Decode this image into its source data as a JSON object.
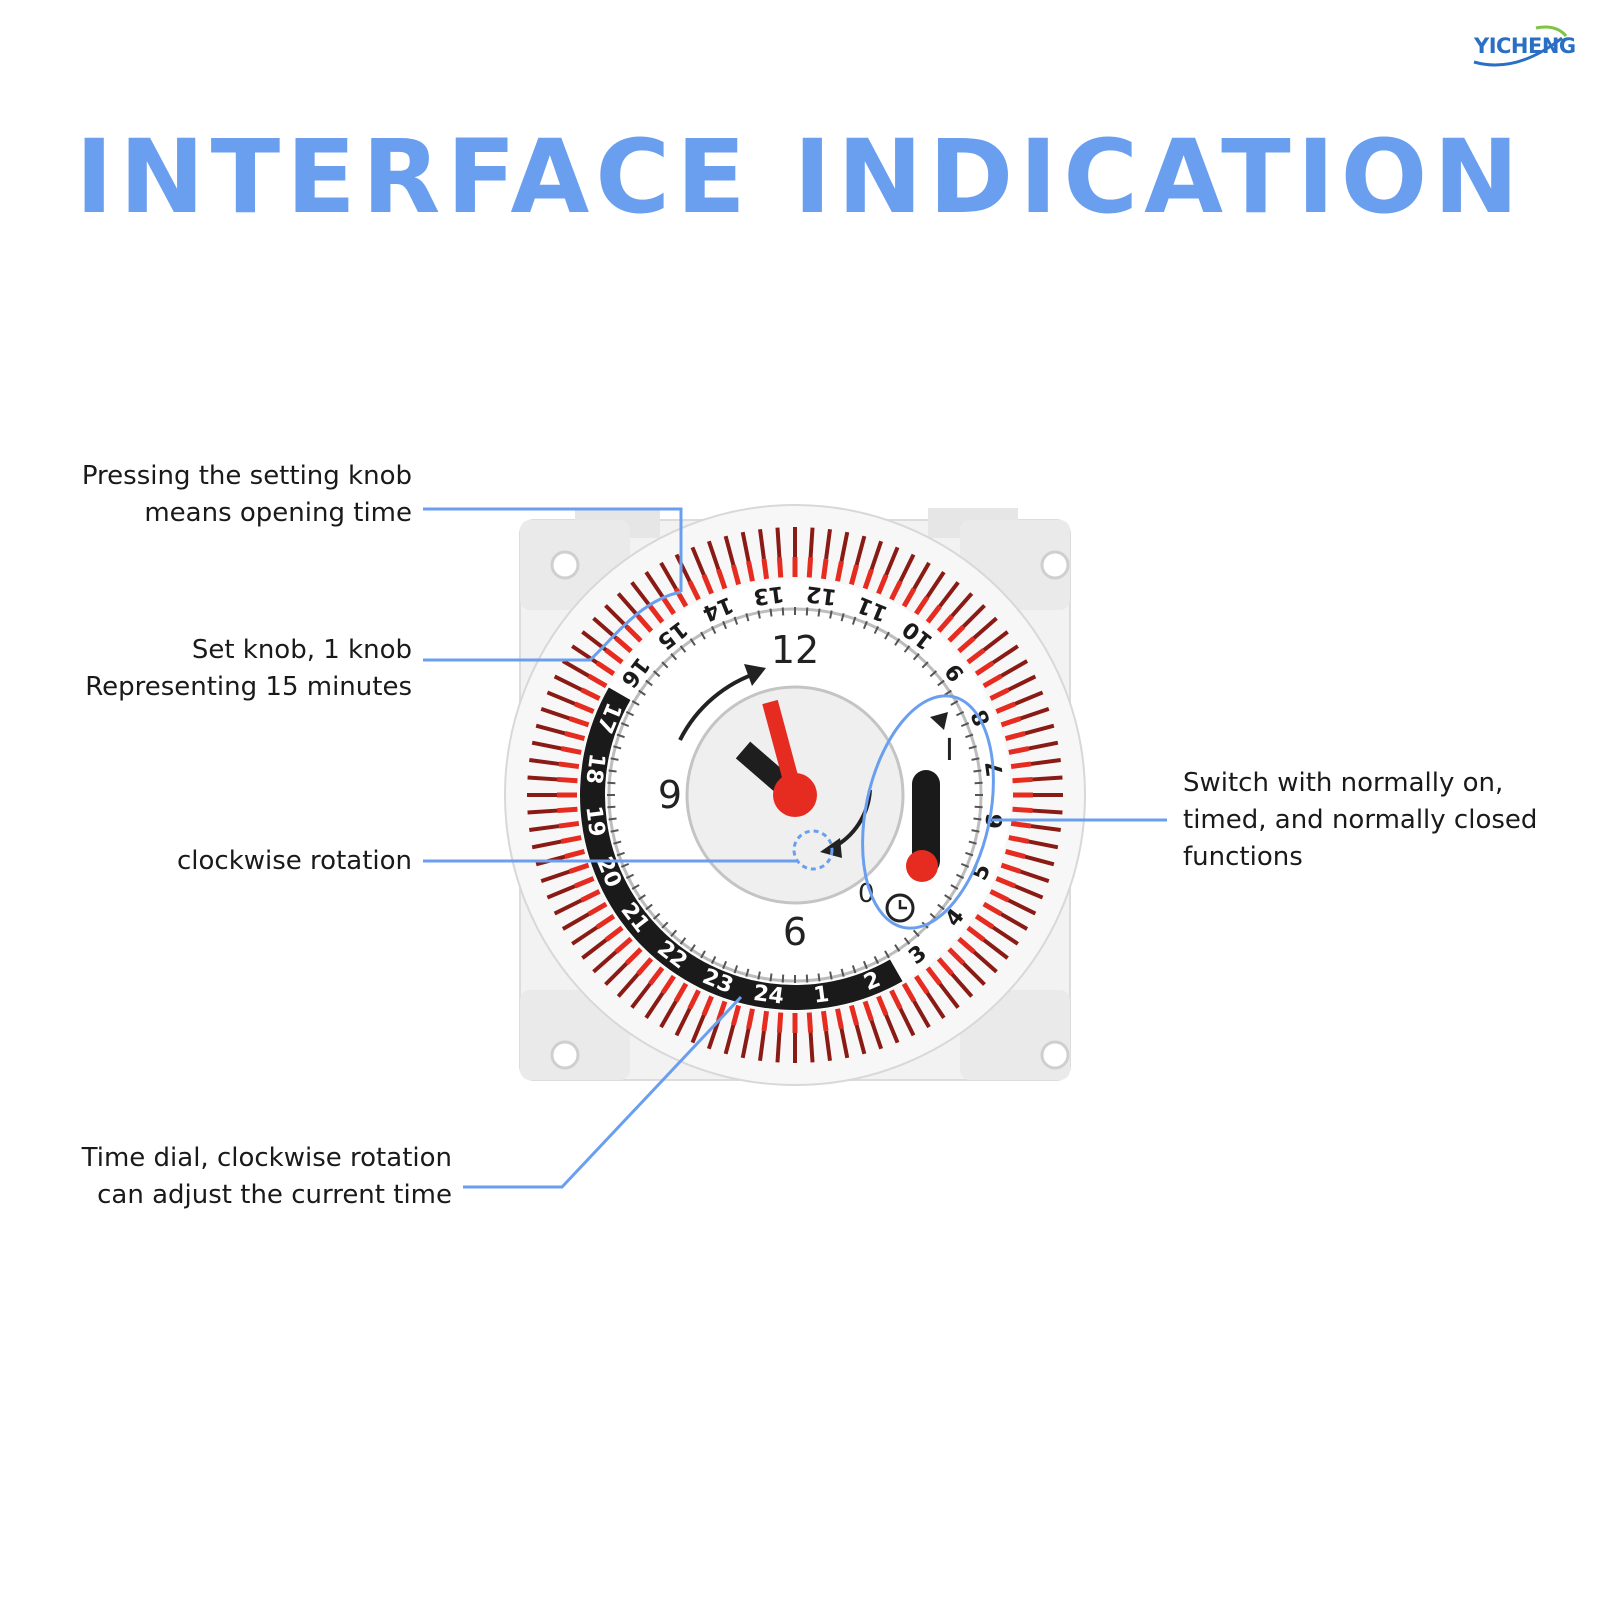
{
  "brand": {
    "name": "YICHENG",
    "color": "#2a6fc4"
  },
  "title": "INTERFACE INDICATION",
  "colors": {
    "title": "#6a9ff0",
    "callout_line": "#6a9ff0",
    "accent_red": "#e62c20",
    "body_grey": "#f0f0f0"
  },
  "callouts": [
    {
      "id": "setting-knob-press",
      "lines": [
        "Pressing the setting knob",
        "means opening time"
      ]
    },
    {
      "id": "set-knob",
      "lines": [
        "Set knob, 1 knob",
        "Representing 15 minutes"
      ]
    },
    {
      "id": "rotation",
      "lines": [
        "clockwise rotation"
      ]
    },
    {
      "id": "time-dial",
      "lines": [
        "Time dial, clockwise rotation",
        "can adjust the current time"
      ]
    },
    {
      "id": "switch",
      "lines": [
        "Switch with normally on,",
        "timed, and normally closed",
        "functions"
      ]
    }
  ],
  "dial": {
    "hour_ring": [
      "1",
      "2",
      "3",
      "4",
      "5",
      "6",
      "7",
      "8",
      "9",
      "10",
      "11",
      "12",
      "13",
      "14",
      "15",
      "16",
      "17",
      "18",
      "19",
      "20",
      "21",
      "22",
      "23",
      "24"
    ],
    "face_numbers": {
      "top": "12",
      "left": "9",
      "bottom": "6"
    },
    "switch_labels": {
      "on": "I",
      "off": "0"
    },
    "knob_count": 96,
    "icons": [
      "clock-icon",
      "arrow-up-icon"
    ]
  }
}
